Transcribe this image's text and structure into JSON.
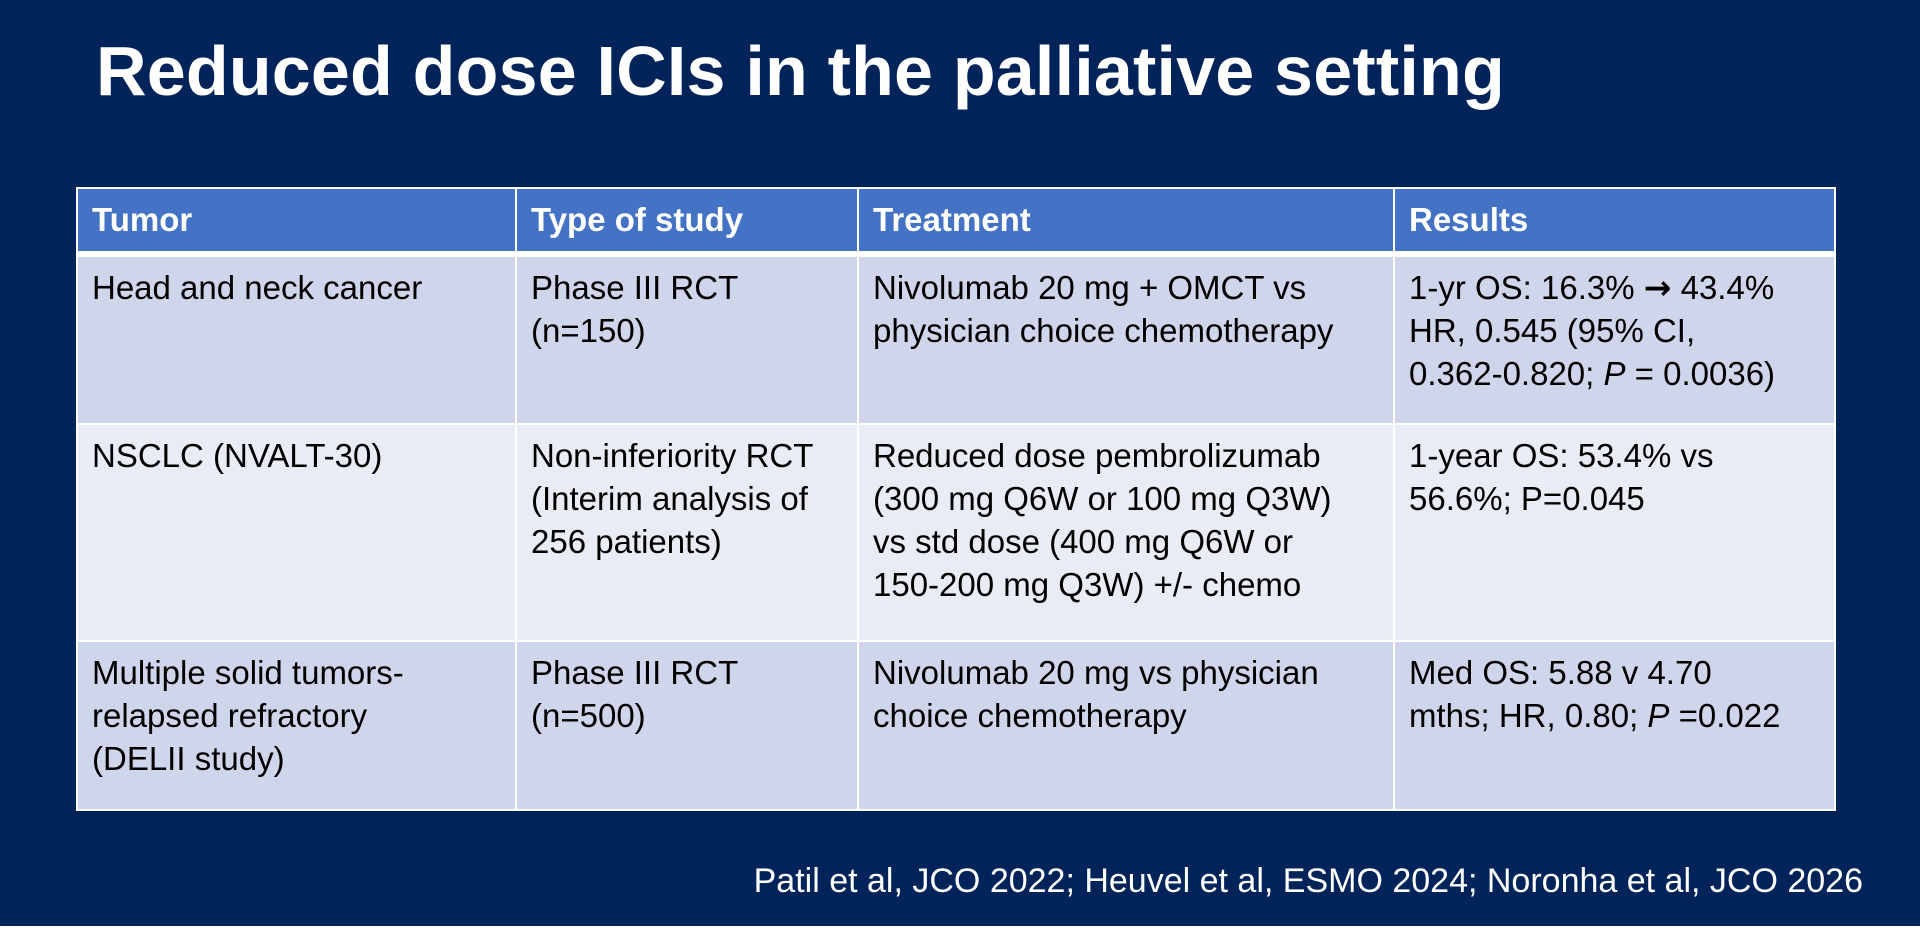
{
  "slide": {
    "title": "Reduced dose ICIs in the palliative setting",
    "citation": "Patil et al, JCO 2022; Heuvel et al, ESMO 2024; Noronha et al, JCO 2026"
  },
  "table": {
    "headers": [
      "Tumor",
      "Type of study",
      "Treatment",
      "Results"
    ],
    "rows": [
      {
        "tumor": [
          "Head and neck cancer"
        ],
        "study": [
          "Phase III RCT",
          "(n=150)"
        ],
        "treatment": [
          "Nivolumab 20 mg + OMCT vs",
          "physician choice chemotherapy"
        ],
        "results": {
          "line1_before": "1-yr OS: 16.3% ",
          "arrow": "→",
          "line1_after": " 43.4%",
          "line2": "HR, 0.545 (95% CI,",
          "line3_before": "0.362-0.820; ",
          "p": "P",
          "line3_after": " = 0.0036)"
        }
      },
      {
        "tumor": [
          "NSCLC (NVALT-30)"
        ],
        "study": [
          "Non-inferiority RCT",
          "(Interim analysis of",
          "256 patients)"
        ],
        "treatment": [
          "Reduced dose pembrolizumab",
          "(300 mg Q6W or 100 mg Q3W)",
          "vs std dose (400 mg Q6W or",
          "150-200 mg Q3W) +/- chemo"
        ],
        "results": {
          "line1": "1-year OS: 53.4% vs",
          "line2": "56.6%; P=0.045"
        }
      },
      {
        "tumor": [
          "Multiple solid tumors-",
          "relapsed refractory",
          "(DELII study)"
        ],
        "study": [
          "Phase III RCT",
          "(n=500)"
        ],
        "treatment": [
          "Nivolumab 20 mg vs physician",
          "choice chemotherapy"
        ],
        "results": {
          "line1": "Med OS: 5.88 v 4.70",
          "line2_before": "mths; HR, 0.80; ",
          "p": "P",
          "line2_after": " =0.022"
        }
      }
    ]
  },
  "colors": {
    "background": "#00245a",
    "header": "#4472c4",
    "row_dark": "#cfd5ea",
    "row_light": "#e9ebf5",
    "text": "#000000",
    "title_text": "#ffffff"
  }
}
